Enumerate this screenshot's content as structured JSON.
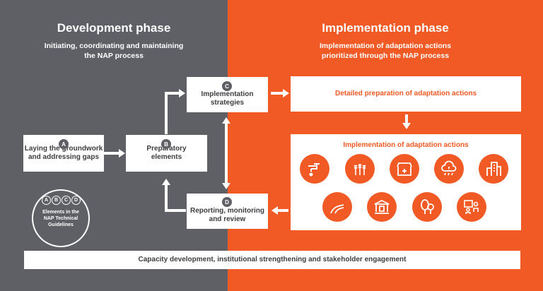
{
  "development": {
    "title": "Development phase",
    "subtitle": "Initiating, coordinating and maintaining\nthe NAP process"
  },
  "implementation": {
    "title": "Implementation phase",
    "subtitle": "Implementation of adaptation actions\nprioritized through the NAP process"
  },
  "boxes": {
    "a": {
      "badge": "A",
      "label": "Laying the groundwork\nand addressing gaps"
    },
    "b": {
      "badge": "B",
      "label": "Preparatory\nelements"
    },
    "c": {
      "badge": "C",
      "label": "Implementation\nstrategies"
    },
    "d": {
      "badge": "D",
      "label": "Reporting, monitoring\nand review"
    },
    "detailed": {
      "label": "Detailed preparation of adaptation actions"
    },
    "impl_actions": {
      "label": "Implementation of adaptation actions"
    },
    "capacity": {
      "label": "Capacity development, institutional strengthening and stakeholder engagement"
    }
  },
  "legend": {
    "letters": [
      "A",
      "B",
      "C",
      "D"
    ],
    "text": "Elements in the\nNAP Technical\nGuidelines"
  },
  "icons": [
    "water-tap-icon",
    "wheat-icon",
    "health-clinic-icon",
    "weather-info-icon",
    "city-buildings-icon",
    "road-icon",
    "bank-icon",
    "forest-icon",
    "training-presentation-icon"
  ],
  "colors": {
    "grey": "#5f6066",
    "orange": "#f15a24",
    "white": "#ffffff"
  }
}
